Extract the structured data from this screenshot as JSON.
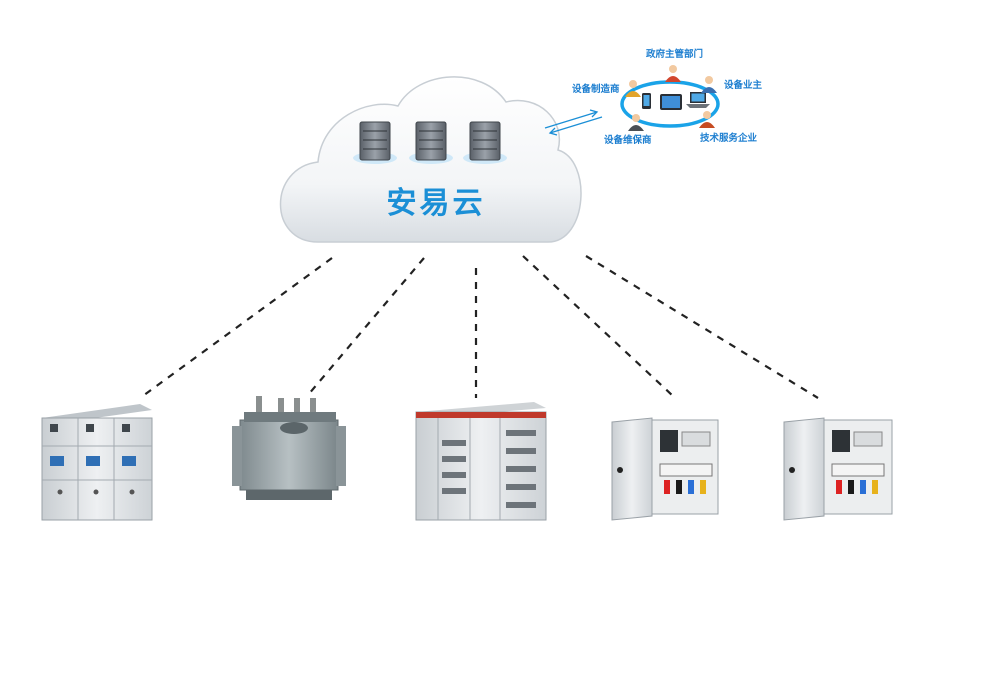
{
  "cloud": {
    "title": "安易云"
  },
  "stakeholders": {
    "government": "政府主管部门",
    "manufacturer": "设备制造商",
    "owner": "设备业主",
    "maintainer": "设备维保商",
    "tech_service": "技术服务企业"
  },
  "colors": {
    "accent": "#1b8fd6",
    "ring": "#1aa3e8",
    "cabinet": "#dfe3e6",
    "link": "#222222"
  },
  "icons": [
    "server-icon",
    "person-icon",
    "phone-icon",
    "tablet-icon",
    "laptop-icon"
  ],
  "equipment": [
    {
      "kind": "switchgear"
    },
    {
      "kind": "transformer"
    },
    {
      "kind": "low-voltage-switchboard"
    },
    {
      "kind": "distribution-box"
    },
    {
      "kind": "distribution-box"
    }
  ]
}
